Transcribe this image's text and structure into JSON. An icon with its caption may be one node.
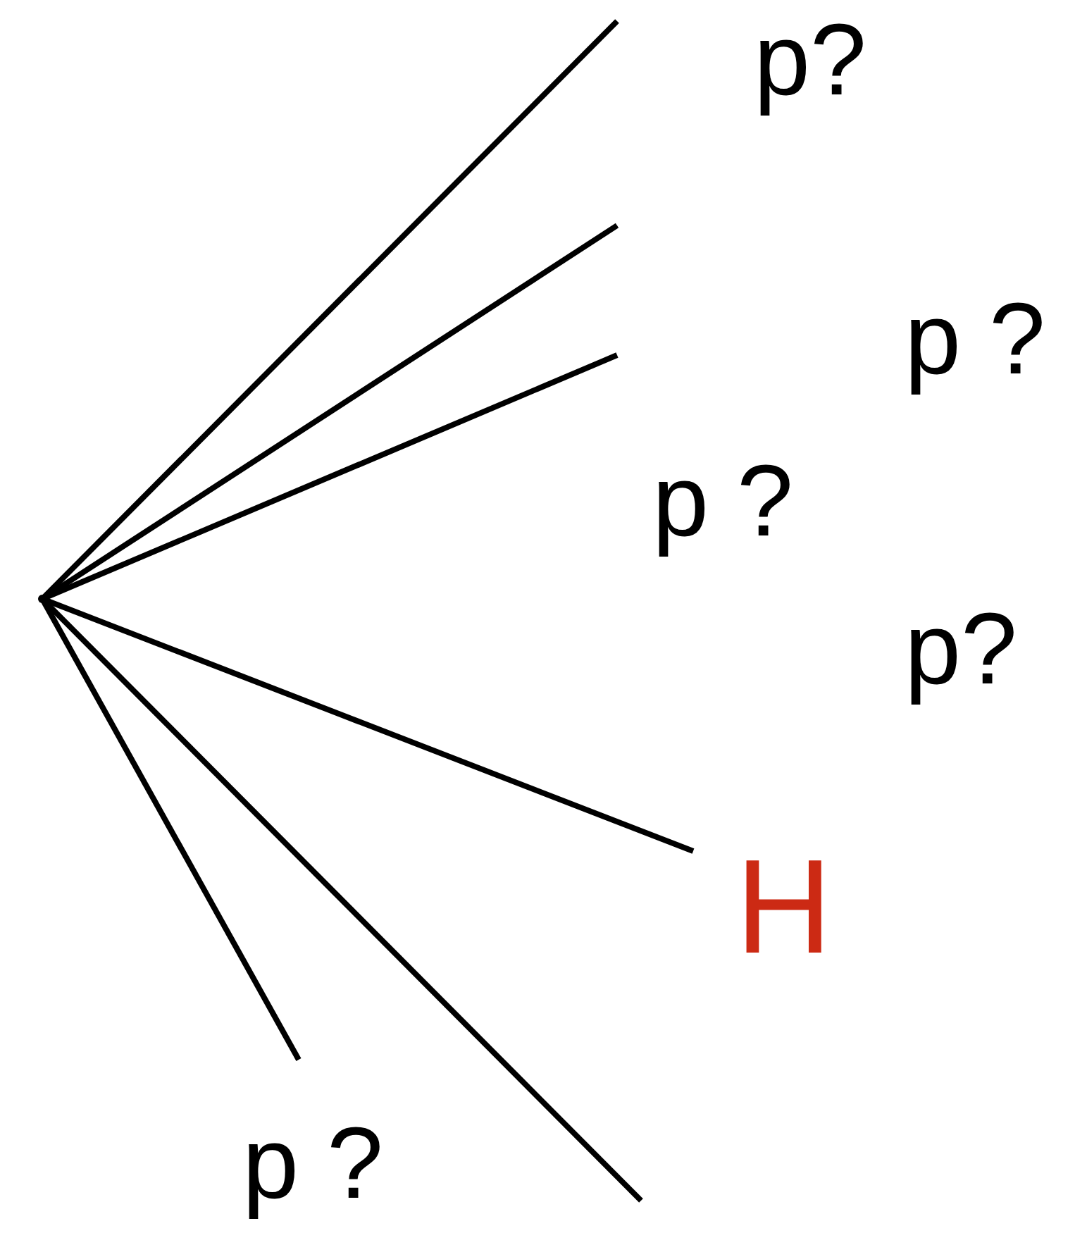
{
  "diagram": {
    "nodes": [
      {
        "text": [],
        "shape": "circle"
      },
      {
        "text": [
          "H"
        ]
      }
    ],
    "edges": [
      {
        "from": 0,
        "to": null,
        "arrow": "none"
      },
      {
        "from": 0,
        "to": null,
        "arrow": "none"
      },
      {
        "from": 0,
        "to": null,
        "arrow": "none"
      },
      {
        "from": 0,
        "to": 1,
        "arrow": "none",
        "color": "#000000"
      },
      {
        "from": 0,
        "to": null,
        "arrow": "none"
      },
      {
        "from": 0,
        "to": null,
        "arrow": "none"
      }
    ],
    "labels": [
      "p?",
      "p ?",
      "p ?",
      "p?",
      "p ?"
    ]
  }
}
